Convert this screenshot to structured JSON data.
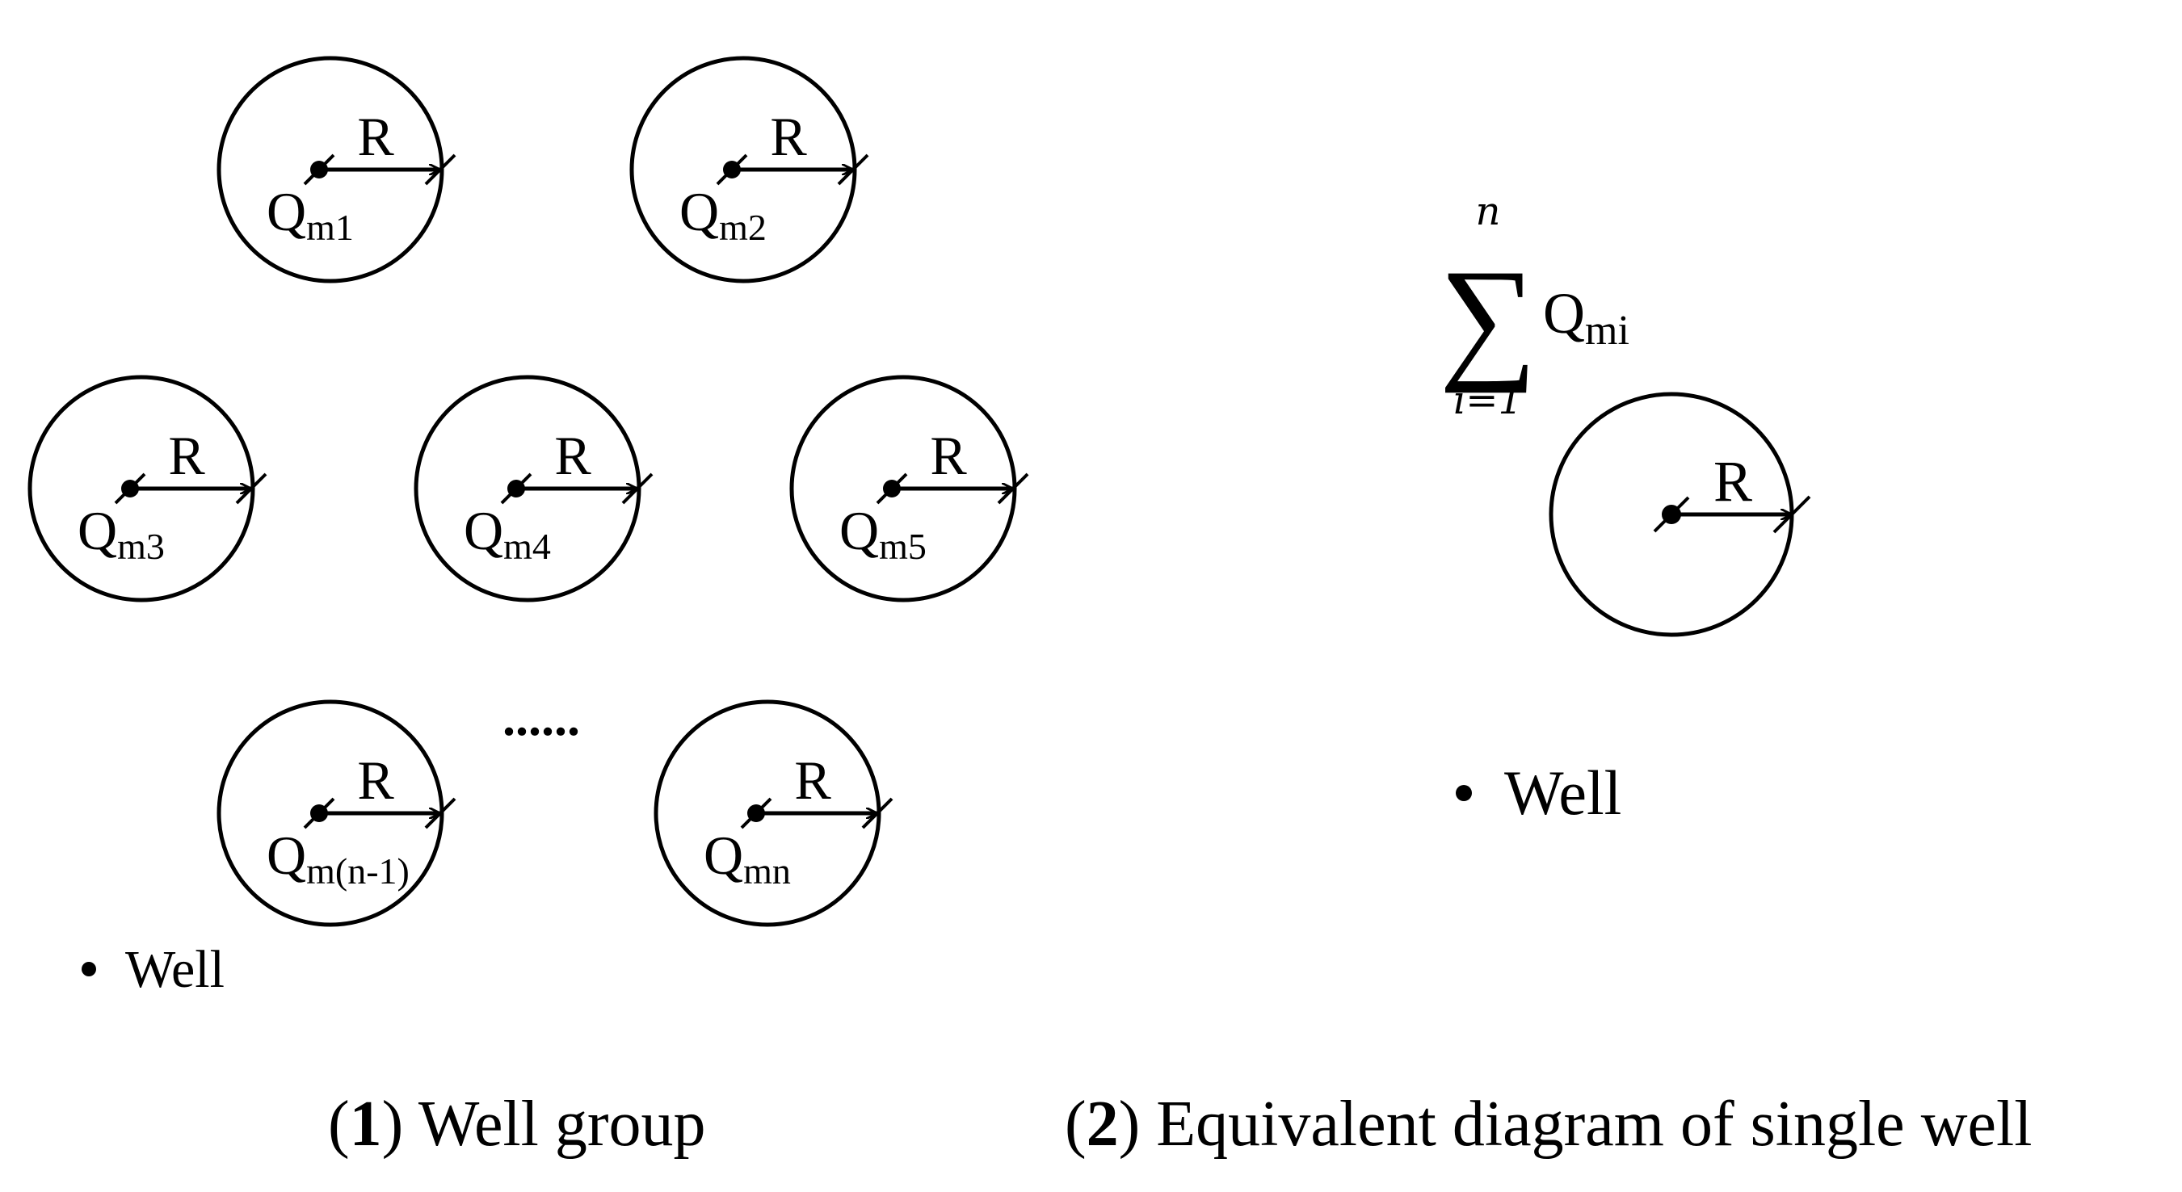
{
  "wells": [
    {
      "radius_label": "R",
      "q_main": "Q",
      "q_sub": "m1"
    },
    {
      "radius_label": "R",
      "q_main": "Q",
      "q_sub": "m2"
    },
    {
      "radius_label": "R",
      "q_main": "Q",
      "q_sub": "m3"
    },
    {
      "radius_label": "R",
      "q_main": "Q",
      "q_sub": "m4"
    },
    {
      "radius_label": "R",
      "q_main": "Q",
      "q_sub": "m5"
    },
    {
      "radius_label": "R",
      "q_main": "Q",
      "q_sub": "m(n-1)"
    },
    {
      "radius_label": "R",
      "q_main": "Q",
      "q_sub": "mn"
    }
  ],
  "ellipsis": "......",
  "legend_left": {
    "label": "Well"
  },
  "equivalent": {
    "sum_symbol": "∑",
    "upper": "n",
    "lower": "i=1",
    "q_main": "Q",
    "q_sub": "mi",
    "radius_label": "R"
  },
  "legend_right": {
    "label": "Well"
  },
  "captions": {
    "left_num": "1",
    "left_text": " Well group",
    "right_num": "2",
    "right_text": " Equivalent diagram of single well"
  }
}
